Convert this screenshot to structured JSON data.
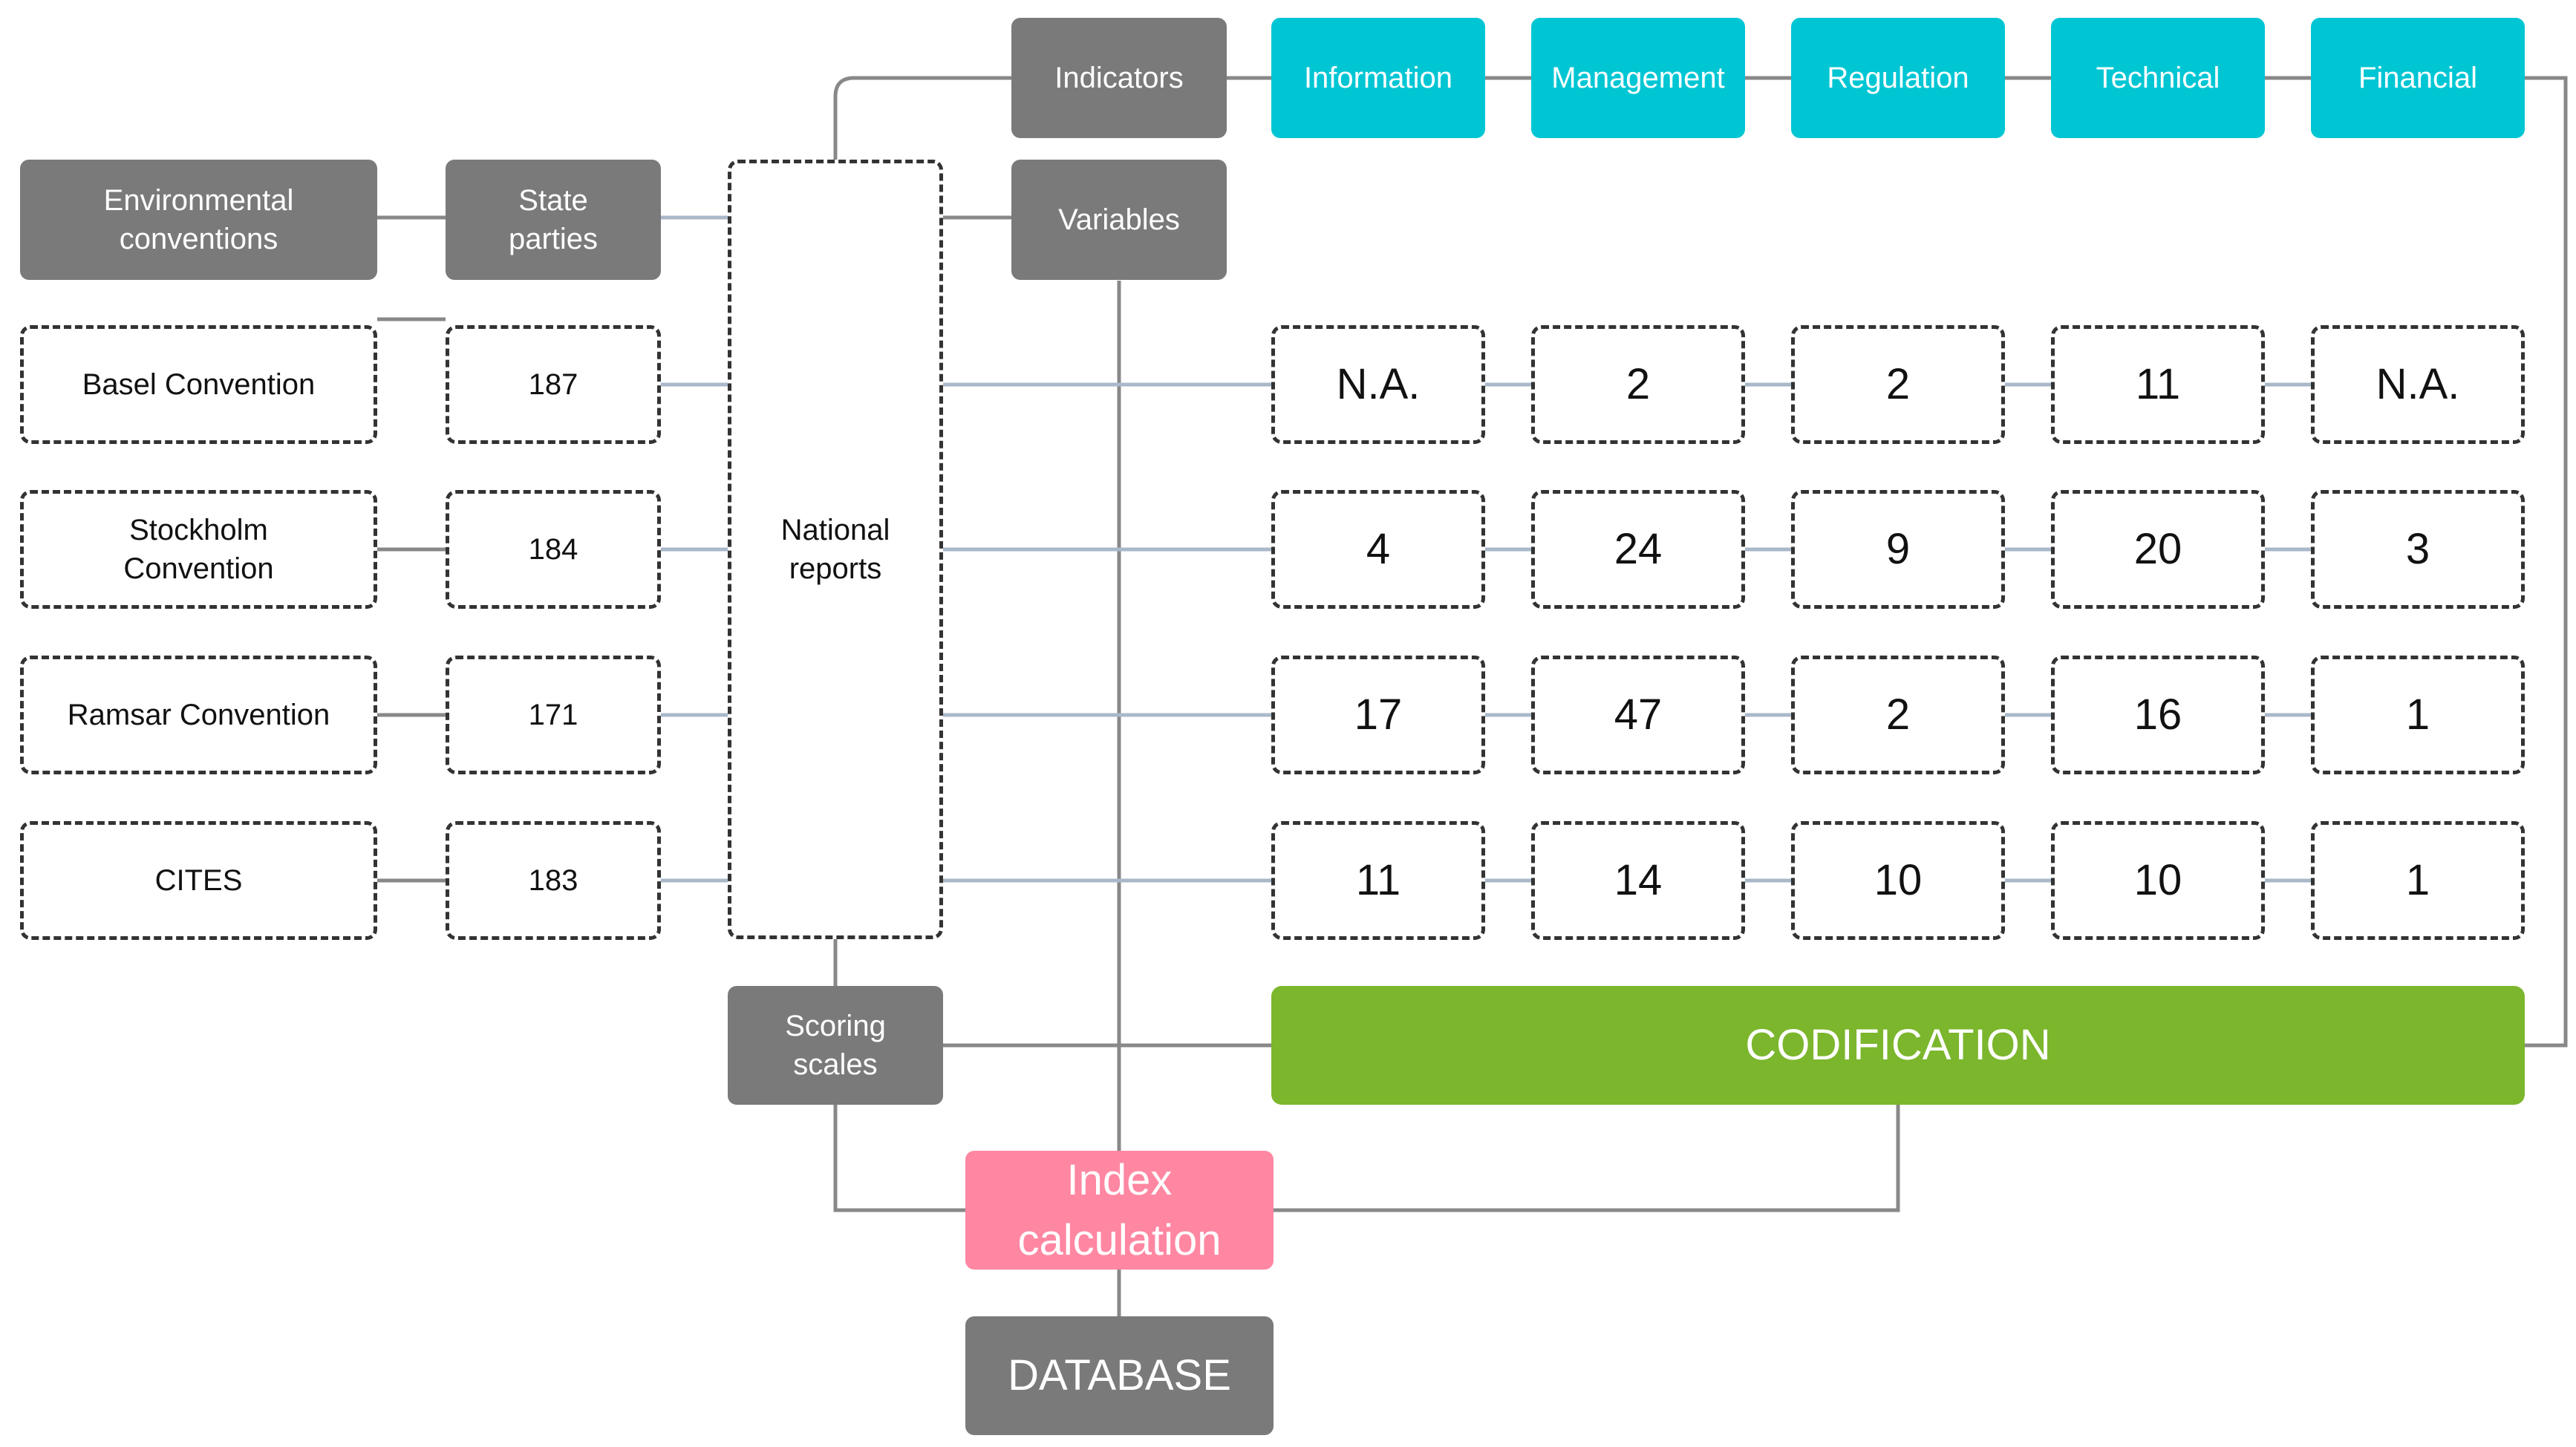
{
  "left_header": {
    "conventions": "Environmental\nconventions",
    "state_parties": "State\nparties"
  },
  "conventions": [
    {
      "name": "Basel Convention",
      "parties": "187"
    },
    {
      "name": "Stockholm\nConvention",
      "parties": "184"
    },
    {
      "name": "Ramsar Convention",
      "parties": "171"
    },
    {
      "name": "CITES",
      "parties": "183"
    }
  ],
  "national_reports": "National\nreports",
  "indicators": "Indicators",
  "variables": "Variables",
  "categories": [
    "Information",
    "Management",
    "Regulation",
    "Technical",
    "Financial"
  ],
  "matrix": [
    [
      "N.A.",
      "2",
      "2",
      "11",
      "N.A."
    ],
    [
      "4",
      "24",
      "9",
      "20",
      "3"
    ],
    [
      "17",
      "47",
      "2",
      "16",
      "1"
    ],
    [
      "11",
      "14",
      "10",
      "10",
      "1"
    ]
  ],
  "scoring_scales": "Scoring\nscales",
  "codification": "CODIFICATION",
  "index_calculation": "Index\ncalculation",
  "database": "DATABASE",
  "colors": {
    "gray_box": "#7a7a7a",
    "cyan_box": "#00c6d4",
    "codification": "#7bb62c",
    "index_box": "#ff87a2",
    "connector_gray": "#888888",
    "connector_blue": "#a9b8c9"
  }
}
